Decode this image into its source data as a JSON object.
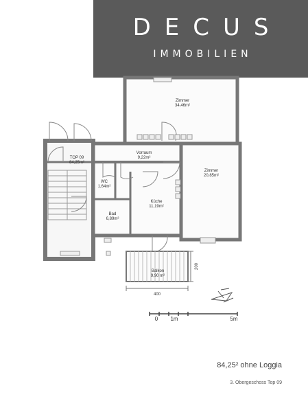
{
  "logo": {
    "word": "DECUS",
    "sub": "IMMOBILIEN"
  },
  "rooms": [
    {
      "id": "zimmer1",
      "name": "Zimmer",
      "area": "34,46m²"
    },
    {
      "id": "vorraum",
      "name": "Vorraum",
      "area": "9,22m²"
    },
    {
      "id": "top09",
      "name": "TOP 09",
      "area": "84,25m²"
    },
    {
      "id": "wc",
      "name": "WC",
      "area": "1,64m²"
    },
    {
      "id": "kueche",
      "name": "Küche",
      "area": "11,19m²"
    },
    {
      "id": "zimmer2",
      "name": "Zimmer",
      "area": "20,85m²"
    },
    {
      "id": "bad",
      "name": "Bad",
      "area": "6,89m²"
    },
    {
      "id": "balkon",
      "name": "Balkon",
      "area": "9,90 m²"
    }
  ],
  "dimensions": {
    "width": "400",
    "depth": "200"
  },
  "scale": {
    "zero": "0",
    "one": "1m",
    "five": "5m"
  },
  "captions": {
    "area_note": "84,25² ohne Loggia",
    "floor_note": "3. Obergeschoss Top 09"
  }
}
